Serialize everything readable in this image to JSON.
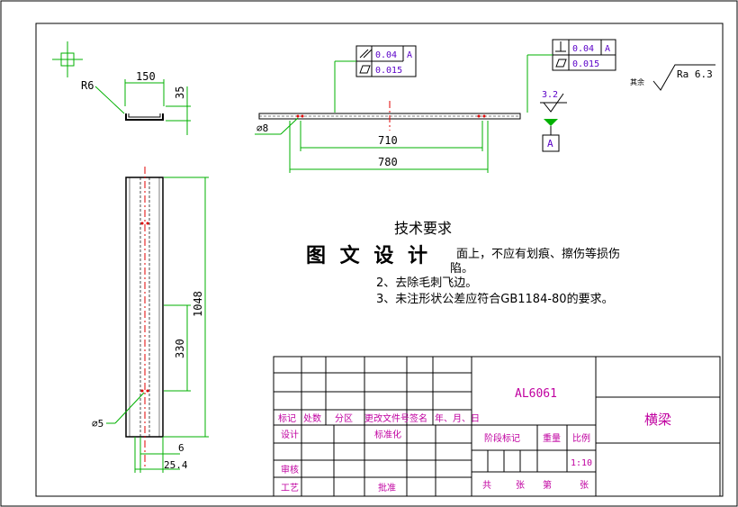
{
  "colors": {
    "outline": "#000000",
    "dimension": "#00b000",
    "leader": "#5a00c8",
    "centerline": "#e00000",
    "title_text": "#c000a0"
  },
  "side_view": {
    "radius_label": "R6",
    "width_dim": "150",
    "height_dim": "35"
  },
  "top_view": {
    "tolerance_left": {
      "flatness_value": "0.04",
      "flatness_datum": "A",
      "parallel_value": "0.015"
    },
    "tolerance_right": {
      "perp_value": "0.04",
      "perp_datum": "A",
      "flat_value": "0.015"
    },
    "hole_label": "⌀8",
    "inner_dim": "710",
    "outer_dim": "780",
    "roughness_small": "3.2",
    "datum_label": "A"
  },
  "surface_finish": {
    "prefix": "其余",
    "value": "Ra 6.3"
  },
  "front_view": {
    "length_dim": "1048",
    "offset_dim": "330",
    "hole_label": "⌀5",
    "small_dim": "6",
    "width_dim": "25.4"
  },
  "notes": {
    "title": "技术要求",
    "watermark": "图 文 设 计",
    "line1_tail": "面上，不应有划痕、擦伤等损伤",
    "line1b": "陷。",
    "line2": "2、去除毛刺飞边。",
    "line3": "3、未注形状公差应符合GB1184-80的要求。"
  },
  "title_block": {
    "material": "AL6061",
    "part_name": "横梁",
    "rev_headers": [
      "标记",
      "处数",
      "分区",
      "更改文件号",
      "签名",
      "年、月、日"
    ],
    "design": "设计",
    "standardize": "标准化",
    "review": "审核",
    "process": "工艺",
    "approve": "批准",
    "stage_mark": "阶段标记",
    "weight": "重量",
    "scale": "比例",
    "scale_value": "1:10",
    "total": "共",
    "sheet_word": "张",
    "page": "第",
    "sheet_word2": "张"
  }
}
